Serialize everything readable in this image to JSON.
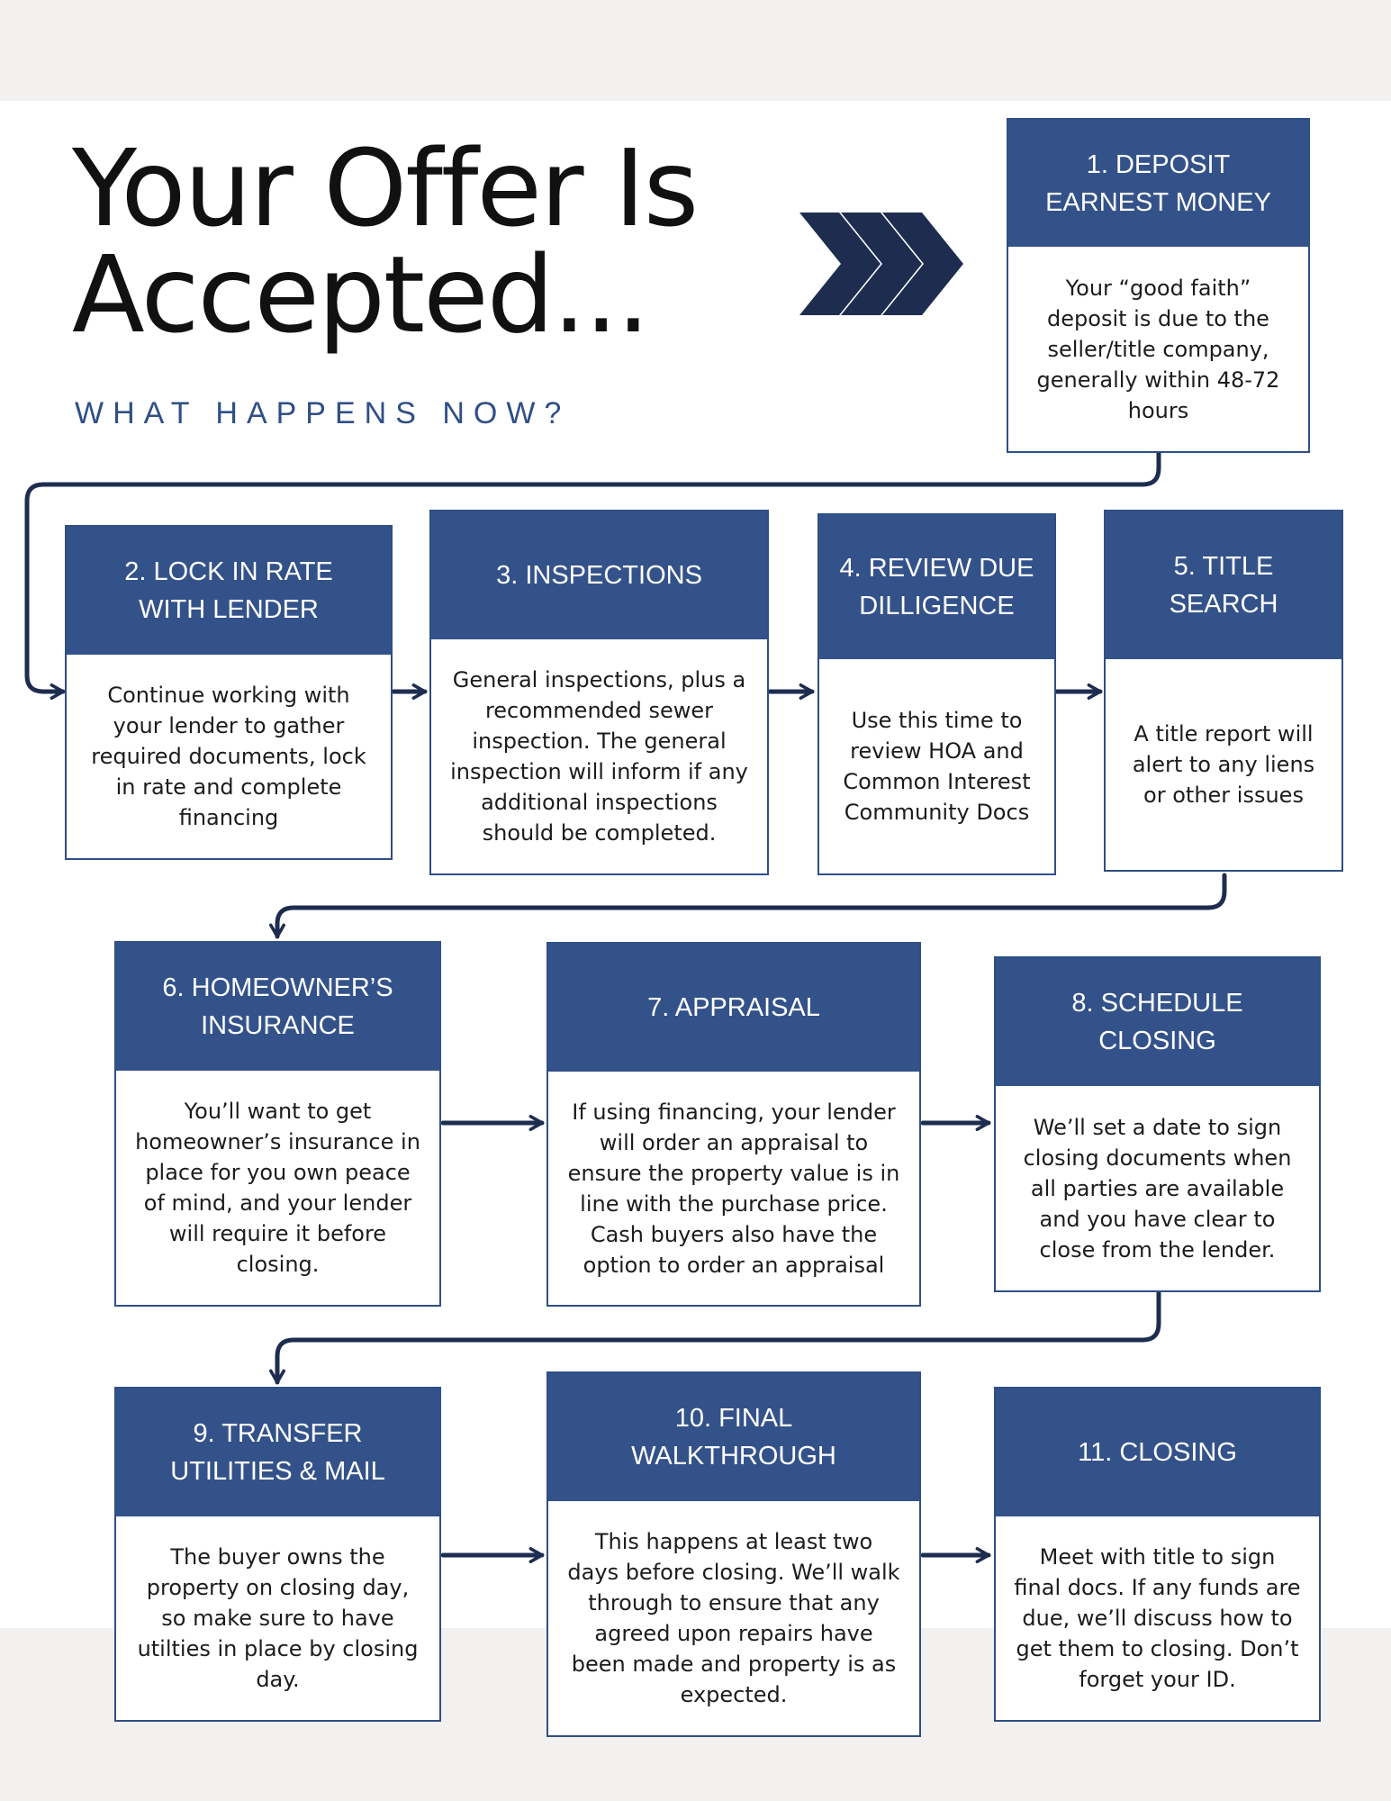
{
  "title_line1": "Your Offer Is",
  "title_line2": "Accepted...",
  "subtitle": "WHAT HAPPENS NOW?",
  "colors": {
    "navy": "#34528a",
    "border": "#2f4f86",
    "arrow": "#1e2d4f",
    "background": "#f2f1ef"
  },
  "icons": {
    "chevrons": "triple-chevron-right-icon"
  },
  "steps": [
    {
      "header": "1. DEPOSIT\nEARNEST MONEY",
      "body": "Your “good faith” deposit is due to the seller/title company, generally within 48-72 hours"
    },
    {
      "header": "2. LOCK IN RATE\nWITH LENDER",
      "body": "Continue working with your lender to gather required documents, lock in rate and complete financing"
    },
    {
      "header": "3. INSPECTIONS",
      "body": "General inspections, plus a recommended sewer inspection.  The general inspection will inform if any additional inspections should be completed."
    },
    {
      "header": "4. REVIEW DUE\nDILLIGENCE",
      "body": "Use this time to review HOA and Common Interest Community Docs"
    },
    {
      "header": "5. TITLE\nSEARCH",
      "body": "A title report will alert to any liens or other issues"
    },
    {
      "header": "6. HOMEOWNER’S\nINSURANCE",
      "body": "You’ll want to get homeowner’s insurance in place for you own peace of mind, and your lender will require it before closing."
    },
    {
      "header": "7. APPRAISAL",
      "body": "If using financing, your lender will order an appraisal to ensure the property value is in line with the purchase price. Cash buyers also have the option to order an appraisal"
    },
    {
      "header": "8. SCHEDULE\nCLOSING",
      "body": "We’ll set a date to sign closing documents when all parties are available and you have clear to close from the lender."
    },
    {
      "header": "9. TRANSFER\nUTILITIES & MAIL",
      "body": "The buyer owns the property on closing day, so make sure to have utilties in place by closing day."
    },
    {
      "header": "10. FINAL\nWALKTHROUGH",
      "body": "This happens at least two days before closing.  We’ll walk through to ensure that any agreed  upon repairs have been made and property is as expected."
    },
    {
      "header": "11. CLOSING",
      "body": "Meet with title to sign final docs.  If any funds are due, we’ll discuss how to get them to closing. Don’t forget your ID."
    }
  ]
}
